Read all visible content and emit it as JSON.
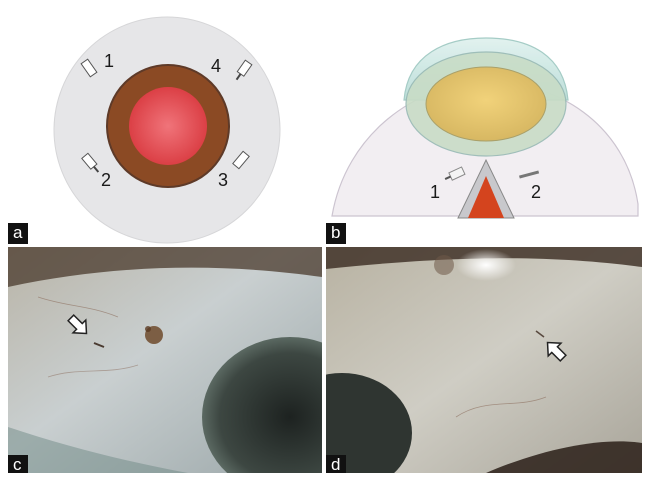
{
  "panels": [
    {
      "label": "a",
      "site_numbers": [
        "1",
        "2",
        "3",
        "4"
      ]
    },
    {
      "label": "b",
      "site_numbers": [
        "1",
        "2"
      ]
    },
    {
      "label": "c"
    },
    {
      "label": "d"
    }
  ],
  "colors": {
    "sclera_grey": "#e6e6e8",
    "iris_brown": "#8b4a24",
    "pupil_red": "#e0454a",
    "lens_gold": "#e5c46c",
    "label_bg": "#111111"
  }
}
